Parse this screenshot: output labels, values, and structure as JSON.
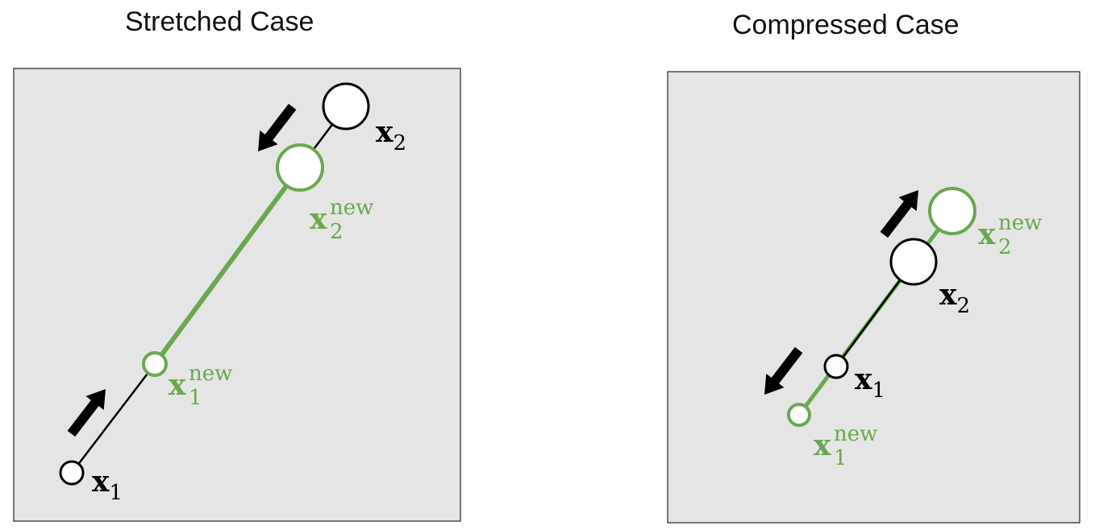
{
  "panels": [
    {
      "title": "Stretched Case",
      "labels": {
        "x1": {
          "base": "x",
          "sub": "1"
        },
        "x2": {
          "base": "x",
          "sub": "2"
        },
        "x1_new": {
          "base": "x",
          "sub": "1",
          "sup": "new"
        },
        "x2_new": {
          "base": "x",
          "sub": "2",
          "sup": "new"
        }
      }
    },
    {
      "title": "Compressed Case",
      "labels": {
        "x1": {
          "base": "x",
          "sub": "1"
        },
        "x2": {
          "base": "x",
          "sub": "2"
        },
        "x1_new": {
          "base": "x",
          "sub": "1",
          "sup": "new"
        },
        "x2_new": {
          "base": "x",
          "sub": "2",
          "sup": "new"
        }
      }
    }
  ],
  "colors": {
    "panel_bg": "#e5e5e5",
    "old_node": "#000000",
    "new_node": "#6aa84f",
    "arrow": "#000000"
  }
}
